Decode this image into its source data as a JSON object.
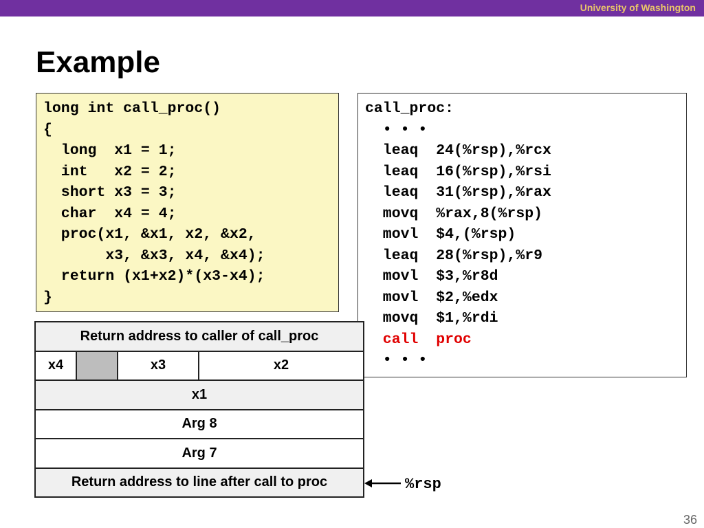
{
  "header": {
    "brand": "University of Washington",
    "bar_color": "#7030a0",
    "brand_color": "#e8c56a"
  },
  "slide": {
    "title": "Example",
    "page_number": "36"
  },
  "c_code": {
    "background": "#fbf7c4",
    "lines": [
      "long int call_proc()",
      "{",
      "  long  x1 = 1;",
      "  int   x2 = 2;",
      "  short x3 = 3;",
      "  char  x4 = 4;",
      "  proc(x1, &x1, x2, &x2,",
      "       x3, &x3, x4, &x4);",
      "  return (x1+x2)*(x3-x4);",
      "}"
    ]
  },
  "asm_code": {
    "highlight_color": "#e00000",
    "lines": [
      "call_proc:",
      "  • • •",
      "  leaq  24(%rsp),%rcx",
      "  leaq  16(%rsp),%rsi",
      "  leaq  31(%rsp),%rax",
      "  movq  %rax,8(%rsp)",
      "  movl  $4,(%rsp)",
      "  leaq  28(%rsp),%r9",
      "  movl  $3,%r8d",
      "  movl  $2,%edx",
      "  movq  $1,%rdi",
      "  call  proc",
      "  • • •"
    ]
  },
  "stack": {
    "return_caller": "Return address to caller of call_proc",
    "x4": "x4",
    "x3": "x3",
    "x2": "x2",
    "x1": "x1",
    "arg8": "Arg 8",
    "arg7": "Arg 7",
    "return_line": "Return address to line after call to proc",
    "pointer_label": "%rsp"
  }
}
